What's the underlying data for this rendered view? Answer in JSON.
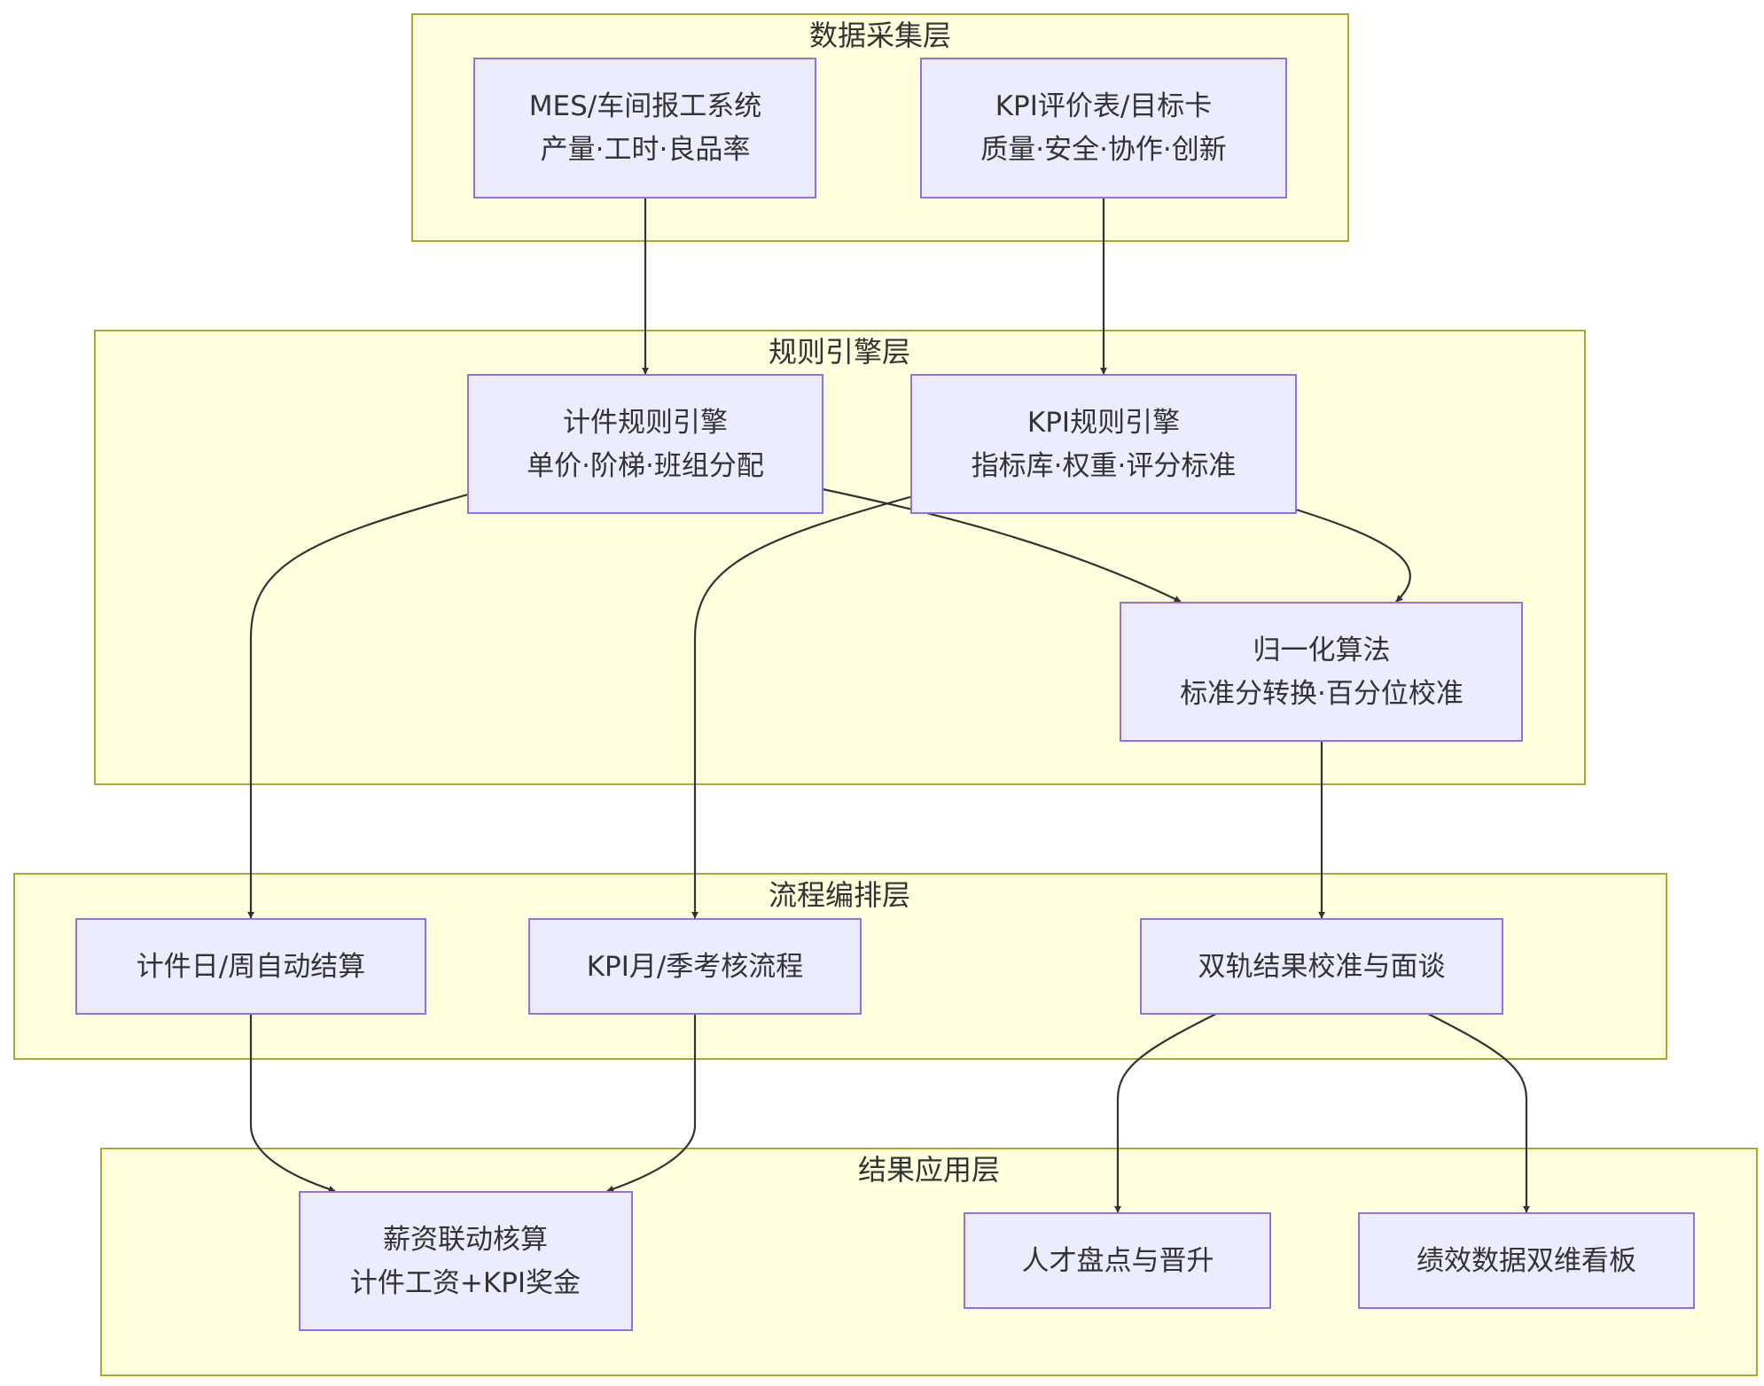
{
  "layers": {
    "collect": {
      "title": "数据采集层"
    },
    "rules": {
      "title": "规则引擎层"
    },
    "flow": {
      "title": "流程编排层"
    },
    "apply": {
      "title": "结果应用层"
    }
  },
  "nodes": {
    "mes": {
      "line1": "MES/车间报工系统",
      "line2": "产量·工时·良品率"
    },
    "kpi_card": {
      "line1": "KPI评价表/目标卡",
      "line2": "质量·安全·协作·创新"
    },
    "piece_engine": {
      "line1": "计件规则引擎",
      "line2": "单价·阶梯·班组分配"
    },
    "kpi_engine": {
      "line1": "KPI规则引擎",
      "line2": "指标库·权重·评分标准"
    },
    "normalize": {
      "line1": "归一化算法",
      "line2": "标准分转换·百分位校准"
    },
    "piece_settle": {
      "line1": "计件日/周自动结算"
    },
    "kpi_process": {
      "line1": "KPI月/季考核流程"
    },
    "calibrate": {
      "line1": "双轨结果校准与面谈"
    },
    "payroll": {
      "line1": "薪资联动核算",
      "line2": "计件工资+KPI奖金"
    },
    "talent": {
      "line1": "人才盘点与晋升"
    },
    "dashboard": {
      "line1": "绩效数据双维看板"
    }
  },
  "colors": {
    "layer_fill": "#ffffde",
    "layer_stroke": "#aaaa33",
    "node_fill": "#ececff",
    "node_stroke": "#9370db",
    "edge": "#333333",
    "text": "#333333"
  }
}
